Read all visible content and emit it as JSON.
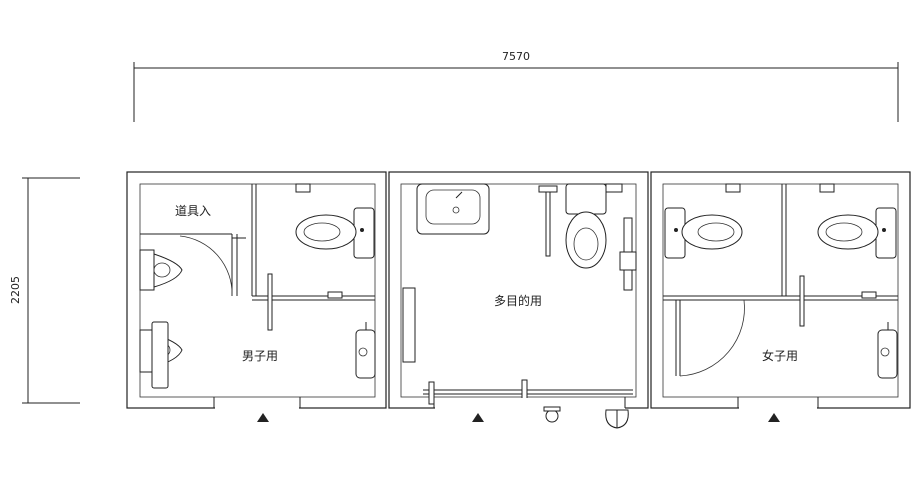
{
  "dimensions": {
    "width": "7570",
    "height": "2205"
  },
  "rooms": {
    "storage": "道具入",
    "mens": "男子用",
    "multipurpose": "多目的用",
    "womens": "女子用"
  },
  "icons": [
    "entrance-arrow-icon",
    "toilet-icon",
    "urinal-icon",
    "sink-icon",
    "grab-bar-icon"
  ]
}
